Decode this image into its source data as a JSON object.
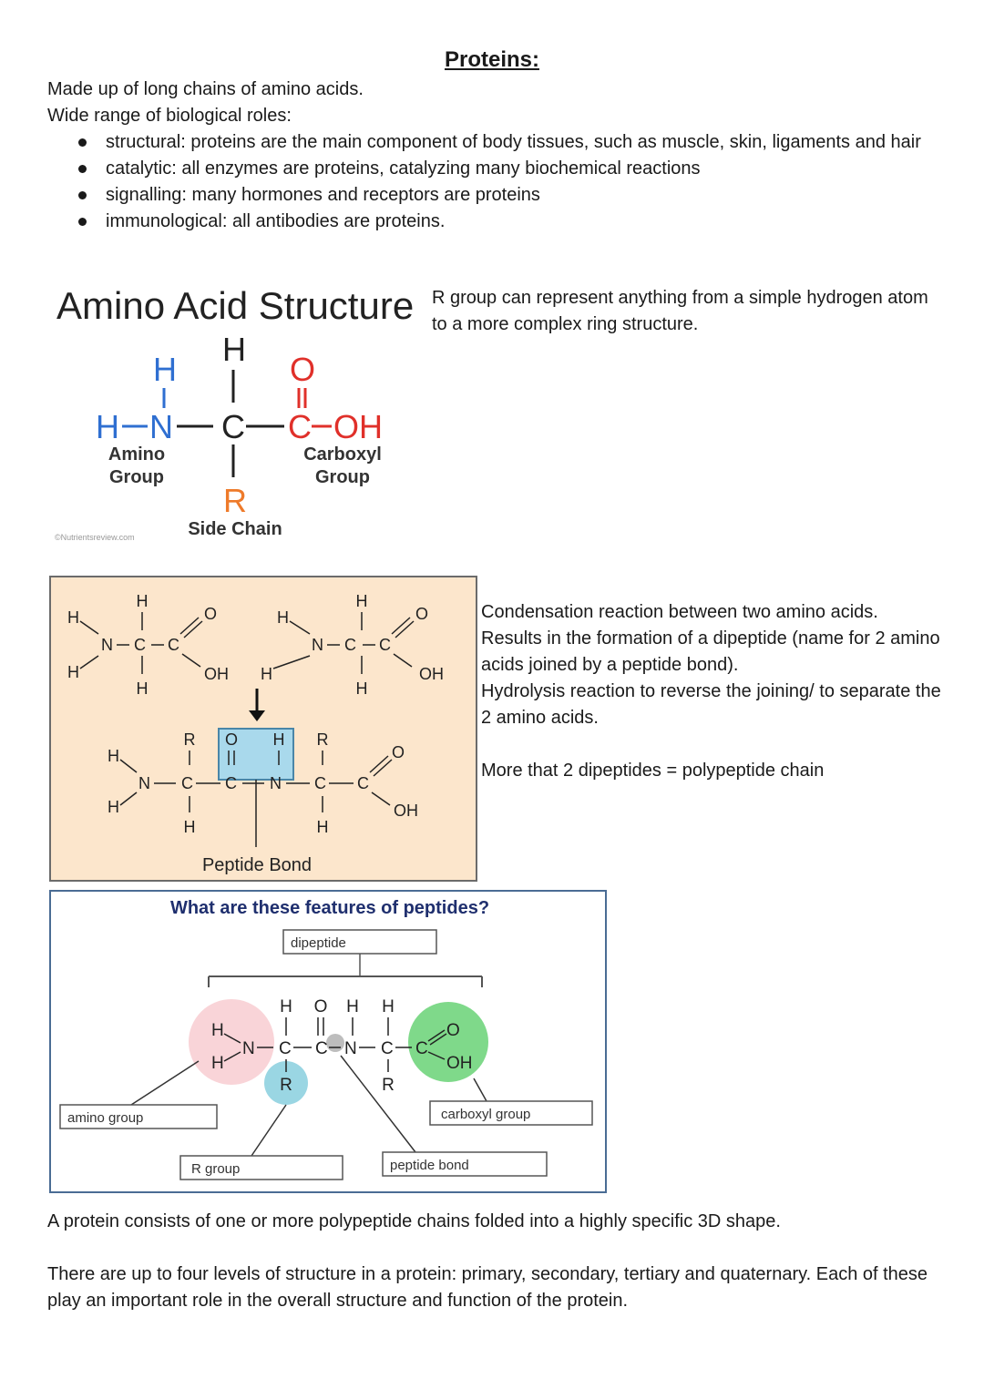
{
  "title": "Proteins:",
  "intro": {
    "line1": "Made up of long chains of amino acids.",
    "line2": "Wide range of biological roles:",
    "bullets": [
      "structural: proteins are the main component of body tissues, such as muscle, skin, ligaments and hair",
      "catalytic: all enzymes are proteins, catalyzing many biochemical reactions",
      "signalling: many hormones and receptors are proteins",
      "immunological: all antibodies are proteins."
    ]
  },
  "amino_acid": {
    "heading": "Amino Acid Structure",
    "note": "R group can represent anything from a simple hydrogen atom to a more complex ring structure.",
    "amino_label_1": "Amino",
    "amino_label_2": "Group",
    "carboxyl_label_1": "Carboxyl",
    "carboxyl_label_2": "Group",
    "side_chain_label": "Side Chain",
    "credit": "©Nutrientsreview.com"
  },
  "condensation": {
    "peptide_bond_label": "Peptide Bond",
    "note_line1": "Condensation reaction between two amino acids.",
    "note_line2": "Results in the formation of a dipeptide (name for 2 amino acids joined by a peptide bond).",
    "note_line3": "Hydrolysis reaction to reverse the joining/ to separate the 2 amino acids.",
    "note_line4": "More that 2 dipeptides = polypeptide chain"
  },
  "features": {
    "question": "What are these features of peptides?",
    "dipeptide": "dipeptide",
    "amino_group": "amino group",
    "carboxyl_group": "carboxyl group",
    "r_group": "R group",
    "peptide_bond": "peptide bond"
  },
  "outro": {
    "para1": "A protein consists of one or more polypeptide chains folded into a highly specific 3D shape.",
    "para2": "There are up to four levels of structure in a protein: primary, secondary, tertiary and quaternary. Each of these play an important role in the overall structure and function of the protein."
  },
  "colors": {
    "blue_atoms": "#2f6fd1",
    "red_atoms": "#e0302a",
    "orange_r": "#ee7a2a",
    "box_fill": "#fce6cc",
    "peptide_highlight": "#a9d9ec",
    "pink_circle": "#f9d4d8",
    "green_circle": "#7fd98a",
    "cyan_circle": "#9ad6e3"
  }
}
